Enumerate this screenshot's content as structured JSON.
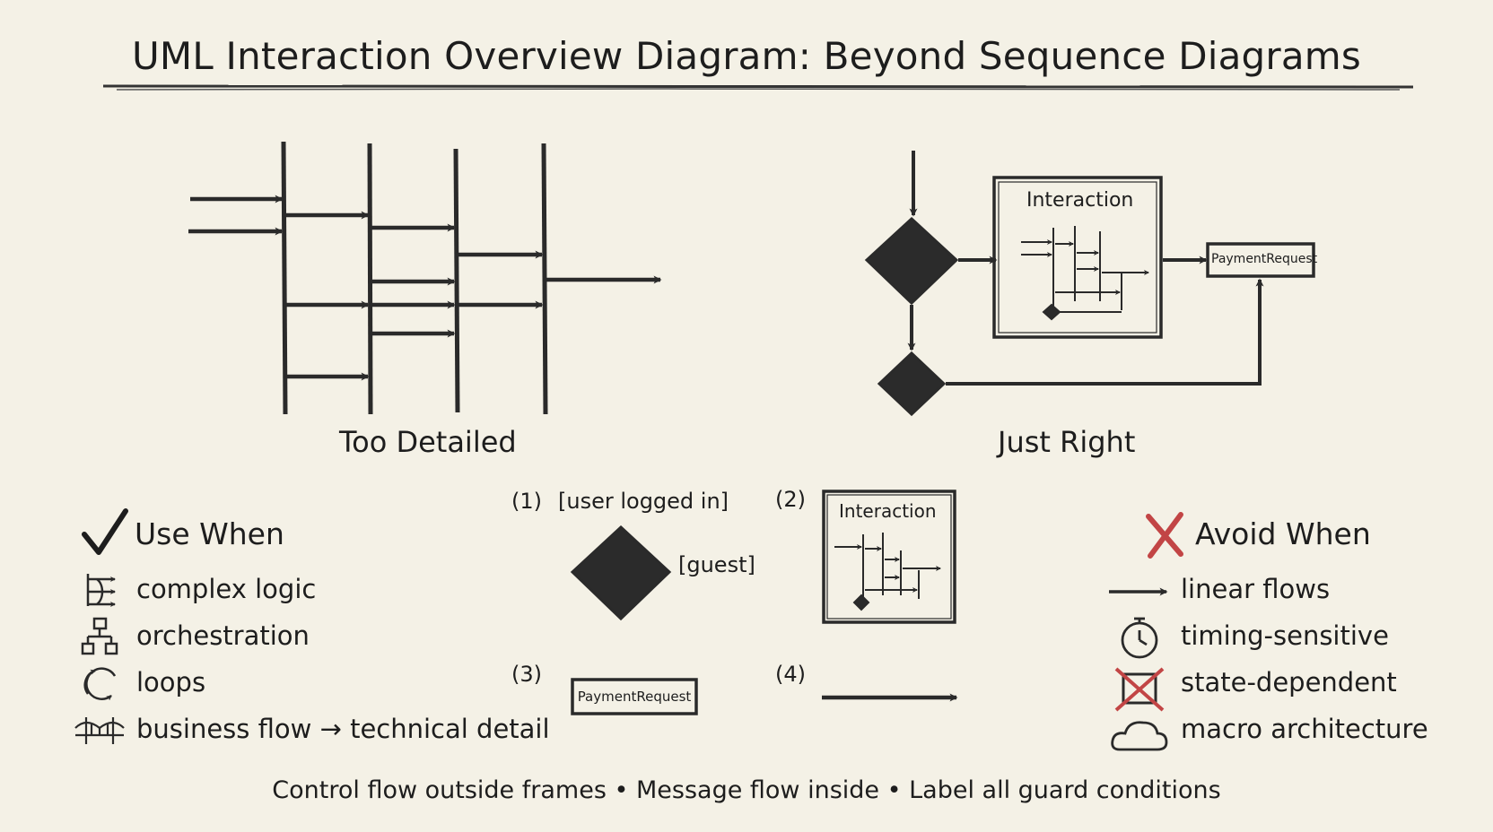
{
  "title": "UML Interaction Overview Diagram: Beyond Sequence Diagrams",
  "panels": {
    "left_caption": "Too Detailed",
    "right_caption": "Just Right",
    "right_frame_label": "Interaction",
    "right_ref_label": "PaymentRequest"
  },
  "use_when": {
    "heading": "Use When",
    "items": [
      {
        "icon": "branch-icon",
        "label": "complex logic"
      },
      {
        "icon": "hierarchy-icon",
        "label": "orchestration"
      },
      {
        "icon": "loop-icon",
        "label": "loops"
      },
      {
        "icon": "bridge-icon",
        "label": "business flow → technical detail"
      }
    ]
  },
  "avoid_when": {
    "heading": "Avoid When",
    "items": [
      {
        "icon": "arrow-icon",
        "label": "linear flows"
      },
      {
        "icon": "stopwatch-icon",
        "label": "timing-sensitive"
      },
      {
        "icon": "crossed-state-icon",
        "label": "state-dependent"
      },
      {
        "icon": "cloud-icon",
        "label": "macro architecture"
      }
    ]
  },
  "legend": {
    "n1": "(1)",
    "guard_top": "[user logged in]",
    "guard_side": "[guest]",
    "n2": "(2)",
    "frame_label": "Interaction",
    "n3": "(3)",
    "ref_label": "PaymentRequest",
    "n4": "(4)"
  },
  "footer": "Control flow outside frames • Message flow inside • Label all guard conditions"
}
